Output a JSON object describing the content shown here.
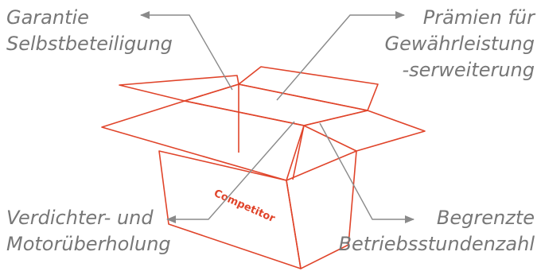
{
  "labels": {
    "top_left": [
      "Garantie",
      "Selbstbeteiligung"
    ],
    "top_right": [
      "Prämien für",
      "Gewährleistung",
      "-serweiterung"
    ],
    "bottom_left": [
      "Verdichter- und",
      "Motorüberholung"
    ],
    "bottom_right": [
      "Begrenzte",
      "Betriebsstundenzahl"
    ]
  },
  "box_text": "Competitor",
  "colors": {
    "box_line": "#e0442a",
    "arrow": "#8a8a8a",
    "label_text": "#777777"
  }
}
